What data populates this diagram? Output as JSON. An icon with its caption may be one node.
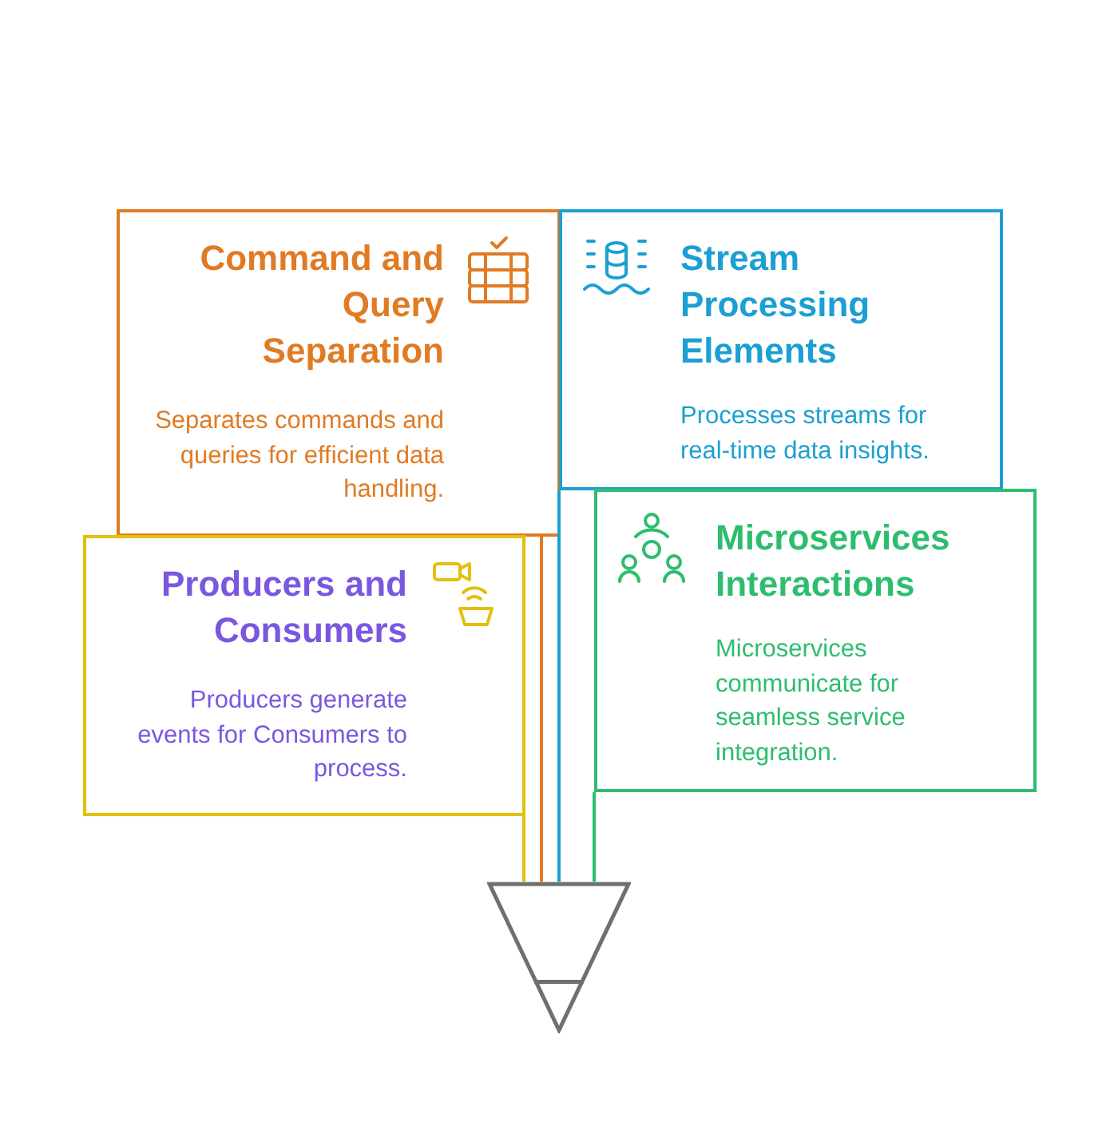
{
  "diagram": {
    "nodes": [
      {
        "text": [
          "Command and Query Separation",
          "Separates commands and queries for efficient data handling."
        ]
      },
      {
        "text": [
          "Stream Processing Elements",
          "Processes streams for real-time data insights."
        ]
      },
      {
        "text": [
          "Producers and Consumers",
          "Producers generate events for Consumers to process."
        ]
      },
      {
        "text": [
          "Microservices Interactions",
          "Microservices communicate for seamless service integration."
        ]
      },
      {
        "text": [],
        "shape": "triangle"
      }
    ],
    "edges": [
      {
        "from": 0,
        "to": 4,
        "arrow": "none",
        "color": "#e07b24"
      },
      {
        "from": 1,
        "to": 4,
        "arrow": "none",
        "color": "#1c9fd2"
      },
      {
        "from": 2,
        "to": 4,
        "arrow": "none",
        "color": "#e3bf0e"
      },
      {
        "from": 3,
        "to": 4,
        "arrow": "none",
        "color": "#2ebd6e"
      }
    ]
  }
}
